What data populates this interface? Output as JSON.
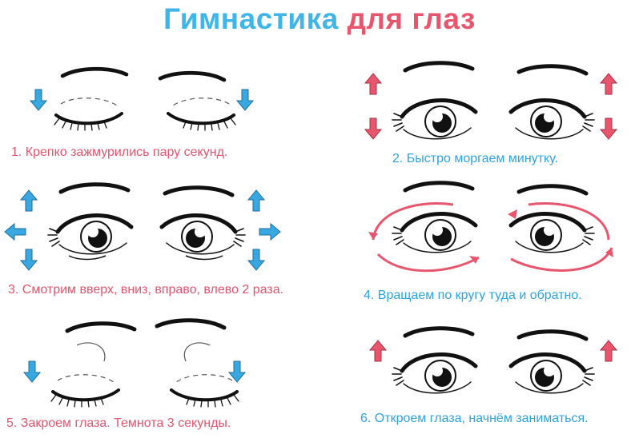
{
  "title": {
    "part1": "Гимнастика",
    "part2": "для глаз"
  },
  "colors": {
    "title_blue": "#3fb5e8",
    "title_pink": "#e8566e",
    "arrow_blue": "#3aa8e0",
    "arrow_pink": "#e8566e",
    "ink": "#111111"
  },
  "exercises": [
    {
      "icon": "closed-eyes-arrow-down",
      "caption": "1. Крепко зажмурились пару секунд."
    },
    {
      "icon": "open-eyes-arrows-up-down",
      "caption": "2. Быстро моргаем минутку."
    },
    {
      "icon": "eyes-arrows-four-directions",
      "caption": "3. Смотрим вверх, вниз, вправо, влево 2 раза."
    },
    {
      "icon": "eyes-circular-arrows",
      "caption": "4. Вращаем по кругу туда и обратно."
    },
    {
      "icon": "closed-eyes-arrow-down",
      "caption": "5. Закроем глаза. Темнота 3 секунды."
    },
    {
      "icon": "open-eyes-arrow-up",
      "caption": "6. Откроем глаза, начнём заниматься."
    }
  ]
}
